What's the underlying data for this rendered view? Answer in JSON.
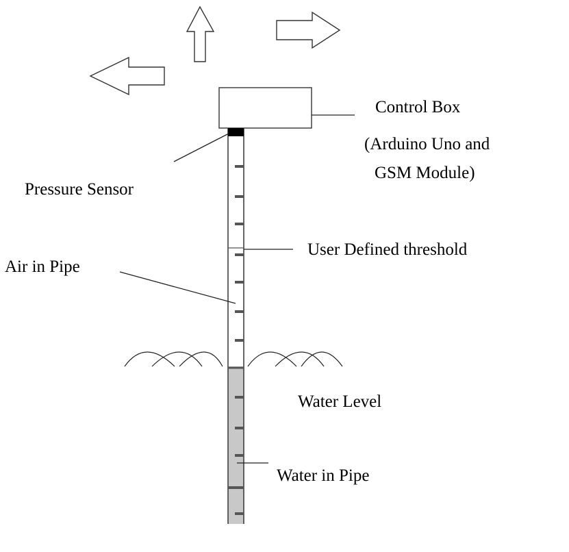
{
  "labels": {
    "control_box": "Control Box",
    "control_box_detail_1": "(Arduino Uno and",
    "control_box_detail_2": "GSM Module)",
    "pressure_sensor": "Pressure Sensor",
    "threshold": "User Defined threshold",
    "air_in_pipe": "Air in Pipe",
    "water_level": "Water Level",
    "water_in_pipe": "Water in Pipe"
  },
  "colors": {
    "water": "#c8c8c8",
    "sensor": "#000000",
    "tick": "#555555",
    "line": "#222222"
  },
  "arrows": [
    {
      "name": "arrow-up-icon",
      "direction": "up"
    },
    {
      "name": "arrow-right-icon",
      "direction": "right"
    },
    {
      "name": "arrow-left-icon",
      "direction": "left"
    }
  ]
}
